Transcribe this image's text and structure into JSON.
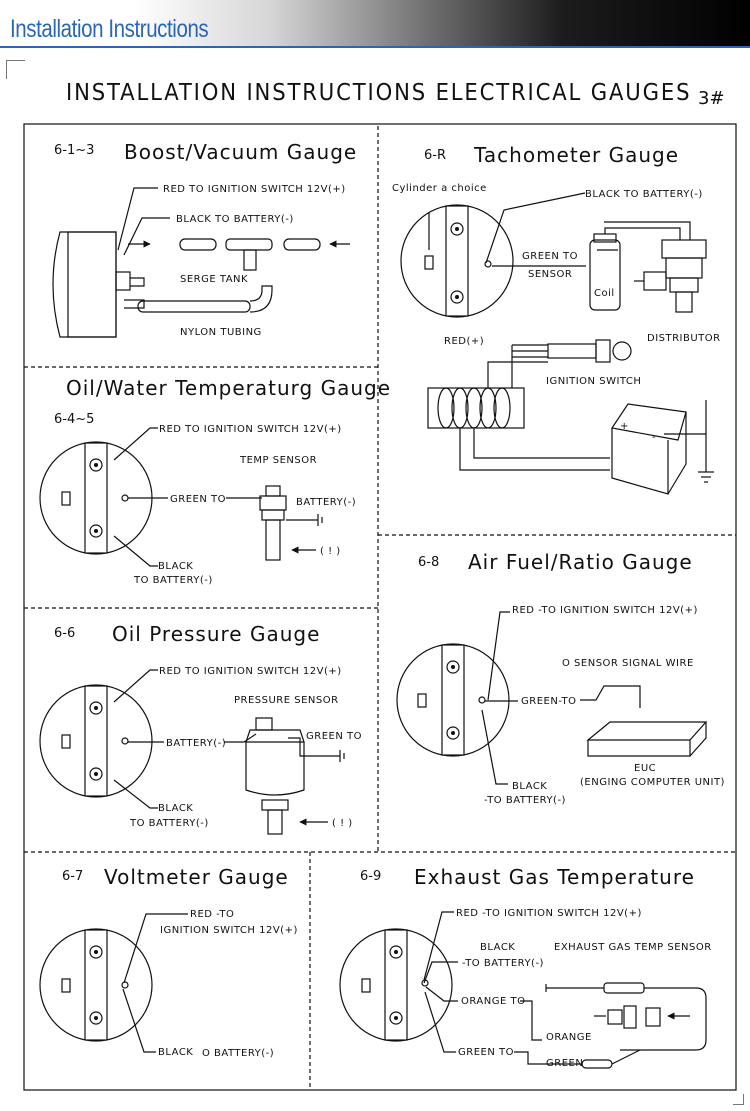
{
  "header": {
    "title": "Installation Instructions"
  },
  "main_title": "INSTALLATION INSTRUCTIONS ELECTRICAL GAUGES",
  "page_number": "3#",
  "sections": {
    "boost": {
      "number": "6-1~3",
      "title": "Boost/Vacuum Gauge",
      "labels": [
        "RED   TO IGNITION SWITCH 12V(+)",
        "BLACK   TO BATTERY(-)",
        "SERGE TANK",
        "NYLON TUBING"
      ]
    },
    "tach": {
      "number": "6-R",
      "title": "Tachometer Gauge",
      "labels": [
        "Cylinder a choice",
        "BLACK  TO BATTERY(-)",
        "GREEN TO",
        "SENSOR",
        "Coil",
        "DISTRIBUTOR",
        "RED(+)",
        "IGNITION SWITCH"
      ]
    },
    "oil_temp": {
      "number": "6-4~5",
      "title": "Oil/Water Temperaturg Gauge",
      "labels": [
        "RED TO IGNITION SWITCH 12V(+)",
        "TEMP SENSOR",
        "GREEN TO",
        "BATTERY(-)",
        "( ! )",
        "BLACK",
        "TO BATTERY(-)"
      ]
    },
    "air_fuel": {
      "number": "6-8",
      "title": "Air Fuel/Ratio Gauge",
      "labels": [
        "RED -TO IGNITION SWITCH 12V(+)",
        "O    SENSOR SIGNAL WIRE",
        "GREEN-TO",
        "EUC",
        "(ENGING COMPUTER UNIT)",
        "BLACK",
        "-TO BATTERY(-)"
      ]
    },
    "oil_press": {
      "number": "6-6",
      "title": "Oil Pressure Gauge",
      "labels": [
        "RED TO IGNITION SWITCH 12V(+)",
        "PRESSURE SENSOR",
        "BATTERY(-)",
        "GREEN TO",
        "( ! )",
        "BLACK",
        "TO BATTERY(-)"
      ]
    },
    "volt": {
      "number": "6-7",
      "title": "Voltmeter Gauge",
      "labels": [
        "RED -TO",
        "IGNITION SWITCH 12V(+)",
        "BLACK",
        "O BATTERY(-)"
      ]
    },
    "egt": {
      "number": "6-9",
      "title": "Exhaust Gas Temperature",
      "labels": [
        "RED -TO IGNITION SWITCH 12V(+)",
        "BLACK",
        "-TO BATTERY(-)",
        "EXHAUST GAS TEMP SENSOR",
        "ORANGE TO",
        "ORANGE",
        "GREEN TO",
        "GREEN"
      ]
    }
  }
}
